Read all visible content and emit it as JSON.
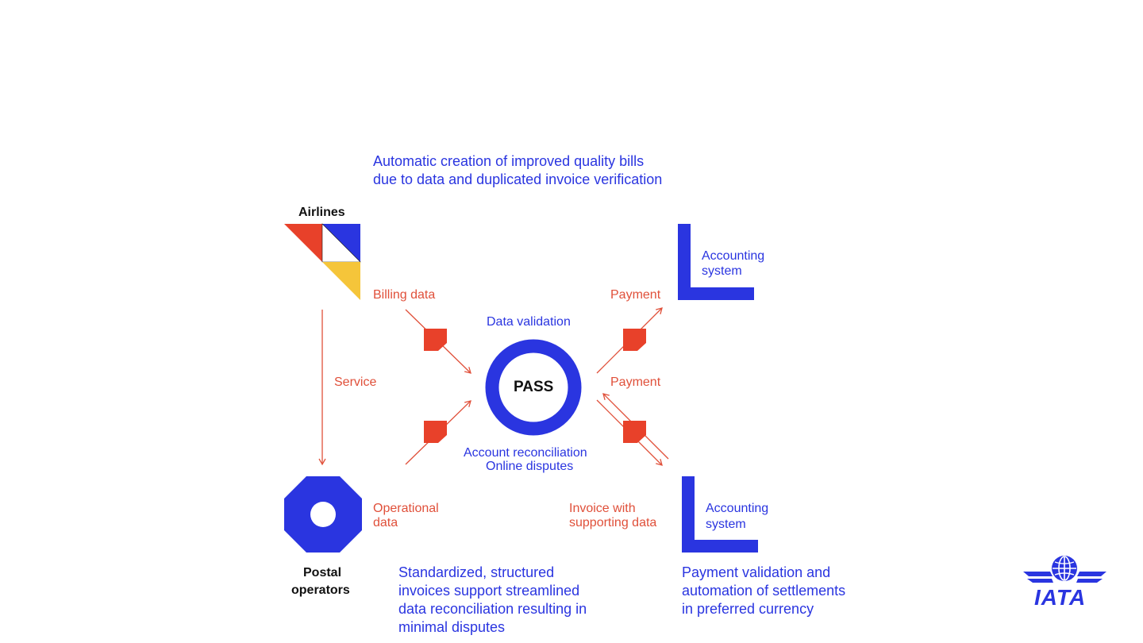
{
  "top_note": {
    "line1": "Automatic creation of improved quality bills",
    "line2": "due to data and duplicated invoice verification"
  },
  "airlines": {
    "label": "Airlines"
  },
  "postal": {
    "line1": "Postal",
    "line2": "operators"
  },
  "flows": {
    "billing_data": "Billing data",
    "service": "Service",
    "operational_data": {
      "line1": "Operational",
      "line2": "data"
    },
    "payment_top": "Payment",
    "payment_mid": "Payment",
    "invoice": {
      "line1": "Invoice with",
      "line2": "supporting data"
    }
  },
  "pass": {
    "label": "PASS",
    "above": "Data validation",
    "below1": "Account reconciliation",
    "below2": "Online disputes"
  },
  "accounting_top": {
    "line1": "Accounting",
    "line2": "system"
  },
  "accounting_bottom": {
    "line1": "Accounting",
    "line2": "system"
  },
  "bottom_middle_note": {
    "line1": "Standardized, structured",
    "line2": "invoices support streamlined",
    "line3": "data reconciliation resulting in",
    "line4": "minimal disputes"
  },
  "bottom_right_note": {
    "line1": "Payment validation and",
    "line2": "automation of settlements",
    "line3": "in preferred currency"
  },
  "logo": {
    "text": "IATA"
  },
  "colors": {
    "blue": "#2a35e0",
    "red": "#e8412a",
    "yellow": "#f5c53a",
    "text_red": "#e0503a"
  }
}
